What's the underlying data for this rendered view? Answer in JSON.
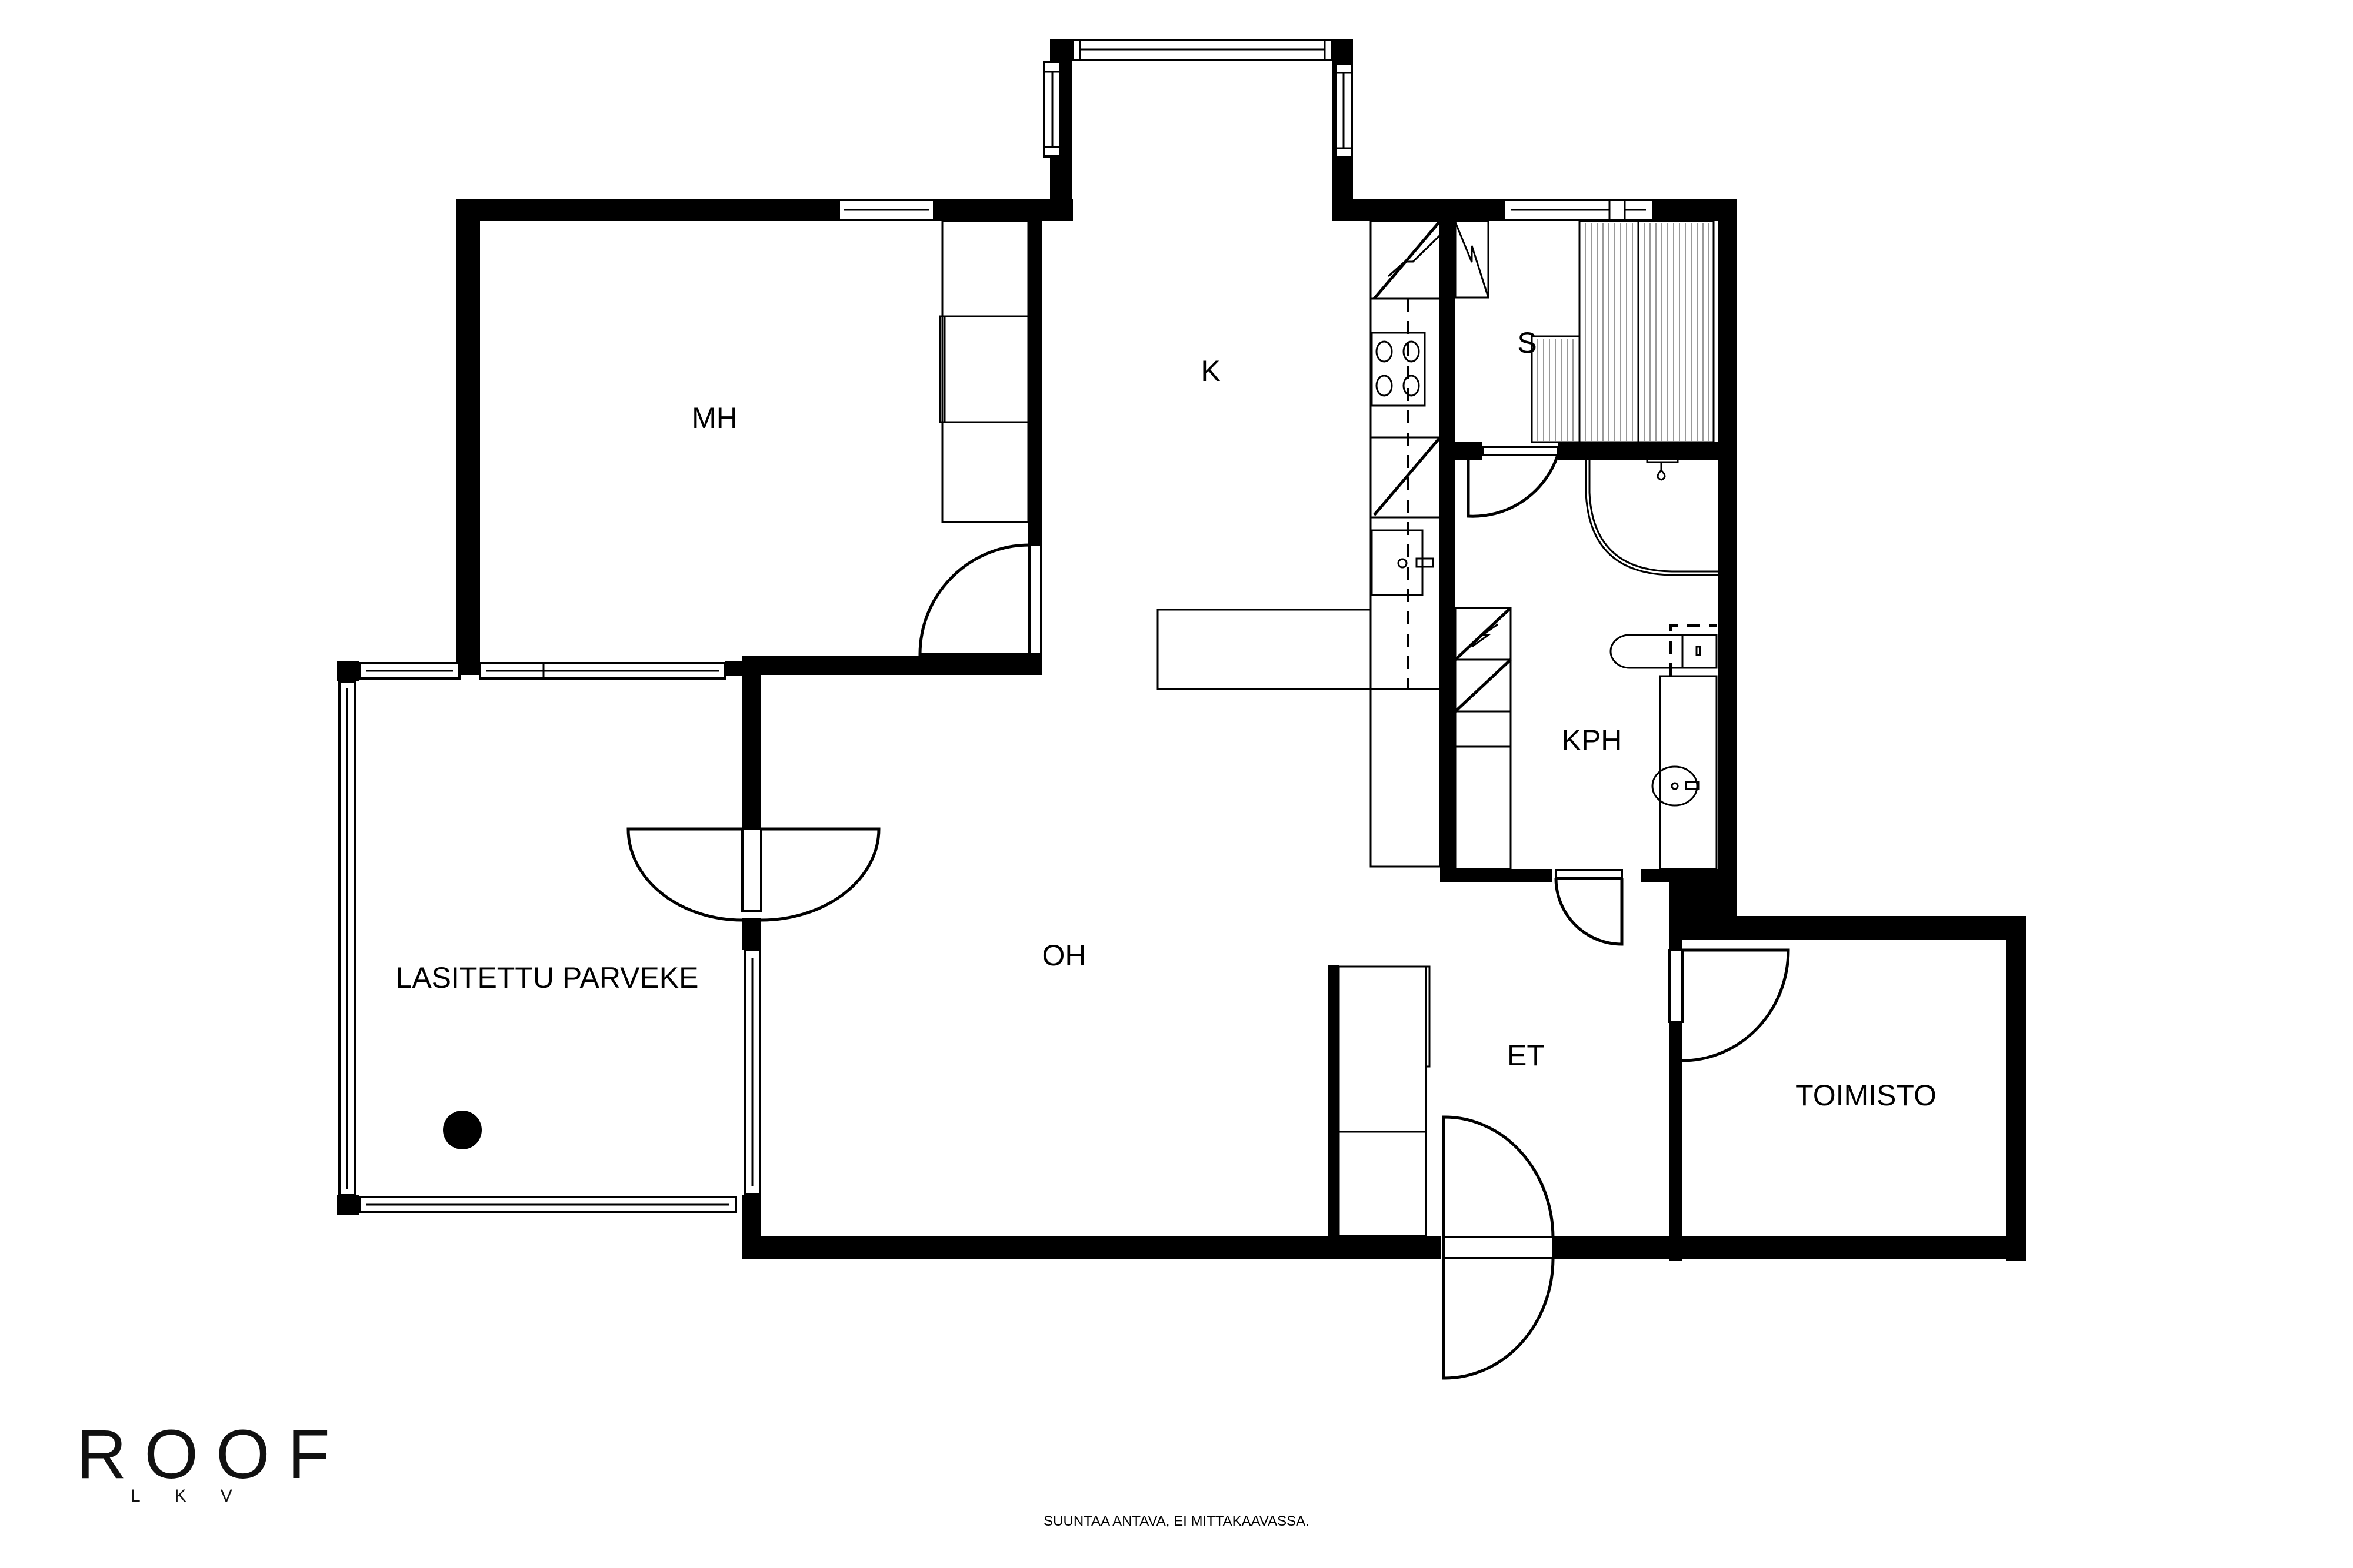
{
  "plan": {
    "rooms": [
      {
        "id": "mh",
        "label": "MH"
      },
      {
        "id": "k",
        "label": "K"
      },
      {
        "id": "s",
        "label": "S"
      },
      {
        "id": "kph",
        "label": "KPH"
      },
      {
        "id": "oh",
        "label": "OH"
      },
      {
        "id": "parveke",
        "label": "LASITETTU PARVEKE"
      },
      {
        "id": "et",
        "label": "ET"
      },
      {
        "id": "toimisto",
        "label": "TOIMISTO"
      }
    ],
    "colors": {
      "wall": "#000000",
      "background": "#ffffff",
      "sauna_slat": "#9a9a9a"
    }
  },
  "logo": {
    "main": "ROOF",
    "sub": "LKV"
  },
  "footer": {
    "note": "SUUNTAA ANTAVA, EI MITTAKAAVASSA."
  }
}
